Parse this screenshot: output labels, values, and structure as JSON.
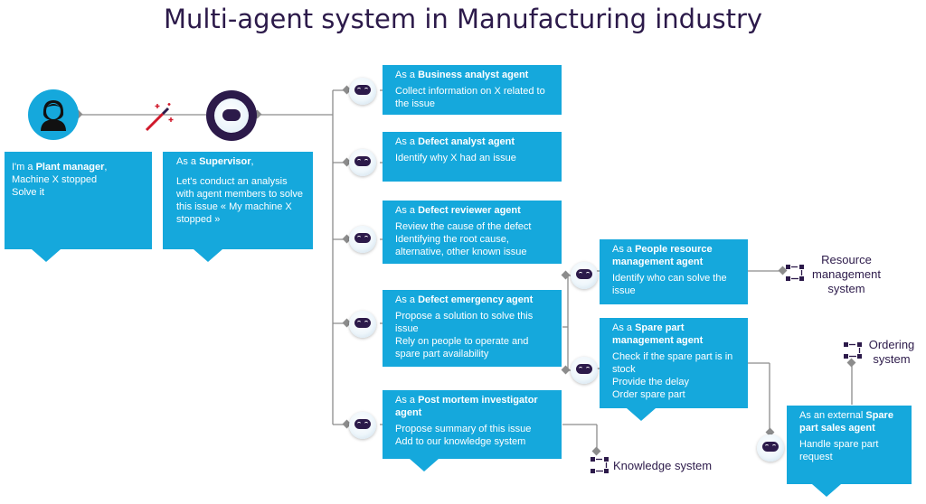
{
  "title": "Multi-agent system in Manufacturing industry",
  "plant_manager": {
    "line1_prefix": "I'm a ",
    "line1_bold": "Plant manager",
    "line1_suffix": ",",
    "line2": "Machine X stopped",
    "line3": "Solve it"
  },
  "supervisor": {
    "prefix": "As a ",
    "bold": "Supervisor",
    "suffix": ",",
    "body": "Let's conduct an analysis with agent members to solve this issue « My machine X stopped »"
  },
  "agents": [
    {
      "prefix": "As a ",
      "bold": "Business analyst agent",
      "lines": [
        "Collect information on X related to the issue"
      ]
    },
    {
      "prefix": "As a ",
      "bold": "Defect analyst agent",
      "lines": [
        "Identify why X had an issue"
      ]
    },
    {
      "prefix": "As a ",
      "bold": "Defect reviewer agent",
      "lines": [
        "Review the cause of the defect",
        "Identifying the root cause, alternative, other known issue"
      ]
    },
    {
      "prefix": "As a ",
      "bold": "Defect emergency agent",
      "lines": [
        "Propose a solution to solve this issue",
        "Rely on people to operate and spare part availability"
      ]
    },
    {
      "prefix": "As a ",
      "bold": "Post mortem investigator agent",
      "lines": [
        "Propose summary of this issue",
        "Add to our knowledge system"
      ]
    },
    {
      "prefix": "As a ",
      "bold": "People resource management agent",
      "lines": [
        "Identify who can solve the issue"
      ]
    },
    {
      "prefix": "As a ",
      "bold": "Spare part management agent",
      "lines": [
        "Check if the spare part is in stock",
        "Provide the delay",
        "Order spare part"
      ]
    },
    {
      "prefix": "As an external ",
      "bold": "Spare part sales agent",
      "lines": [
        "Handle spare part request"
      ]
    }
  ],
  "systems": {
    "resource": "Resource management system",
    "ordering": "Ordering system",
    "knowledge": "Knowledge system"
  },
  "icons": {
    "person": "plant-manager-avatar-icon",
    "supervisor": "supervisor-robot-icon",
    "wand": "magic-wand-icon",
    "robot": "robot-agent-icon",
    "system": "workflow-system-icon"
  },
  "colors": {
    "box": "#15a8dc",
    "dark": "#2c1a4a",
    "wand": "#d0192b",
    "line": "#8c8c8c"
  }
}
